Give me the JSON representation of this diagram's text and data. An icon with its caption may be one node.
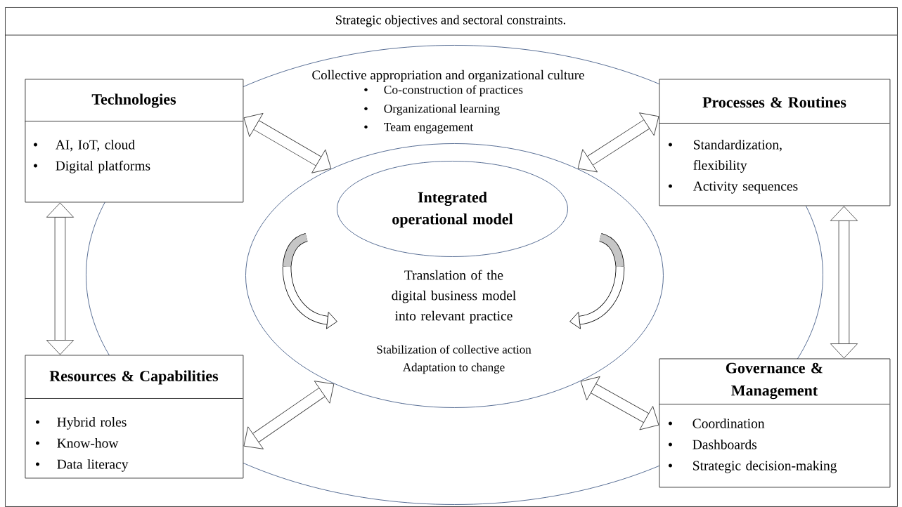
{
  "diagram": {
    "nodes": [
      {
        "text": [
          "Strategic objectives and sectoral constraints."
        ]
      },
      {
        "text": [
          "Collective appropriation and organizational culture",
          "Co-construction of practices",
          "Organizational learning",
          "Team engagement"
        ],
        "in": 0
      },
      {
        "text": [
          "Translation of the digital business model into relevant practice",
          "Stabilization of collective action",
          "Adaptation to change"
        ],
        "in": 1
      },
      {
        "text": [
          "Integrated operational model"
        ],
        "in": 2
      },
      {
        "text": [
          "Technologies",
          "AI, IoT, cloud",
          "Digital platforms"
        ],
        "in": 0
      },
      {
        "text": [
          "Processes & Routines",
          "Standardization, flexibility",
          "Activity sequences"
        ],
        "in": 0
      },
      {
        "text": [
          "Resources & Capabilities",
          "Hybrid roles",
          "Know-how",
          "Data literacy"
        ],
        "in": 0
      },
      {
        "text": [
          "Governance & Management",
          "Coordination",
          "Dashboards",
          "Strategic decision-making"
        ],
        "in": 0
      }
    ],
    "edges": [
      {
        "from": 4,
        "to": 2,
        "arrow": "both"
      },
      {
        "from": 5,
        "to": 2,
        "arrow": "both"
      },
      {
        "from": 4,
        "to": 6,
        "arrow": "both"
      },
      {
        "from": 5,
        "to": 7,
        "arrow": "both"
      },
      {
        "from": 6,
        "to": 2,
        "arrow": "both"
      },
      {
        "from": 7,
        "to": 2,
        "arrow": "both"
      }
    ]
  }
}
